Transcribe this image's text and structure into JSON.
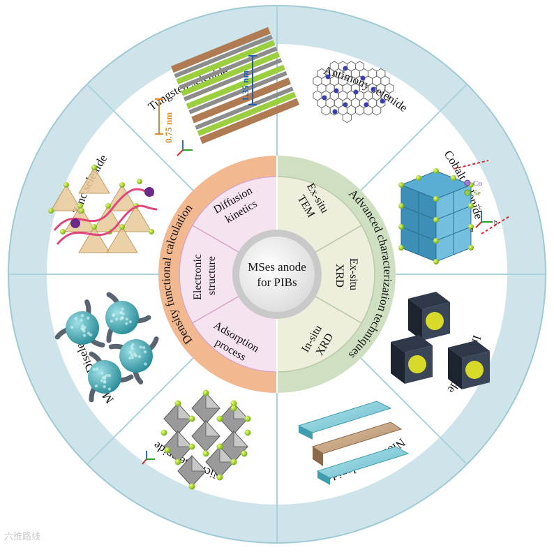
{
  "center": {
    "line1": "MSes anode",
    "line2": "for PIBs"
  },
  "left_group": {
    "title": "Density functional calculation",
    "color": "#f2b88f",
    "items": [
      {
        "line1": "Diffusion",
        "line2": "kinetics"
      },
      {
        "line1": "Electronic",
        "line2": "structure"
      },
      {
        "line1": "Adsorption",
        "line2": "process"
      }
    ]
  },
  "right_group": {
    "title": "Advanced characterization techniques",
    "color": "#cfe0c2",
    "items": [
      {
        "line1": "Ex-situ",
        "line2": "TEM"
      },
      {
        "line1": "Ex-situ",
        "line2": "XRD"
      },
      {
        "line1": "In-situ",
        "line2": "XRD"
      }
    ]
  },
  "materials": [
    {
      "label": "Tungsten selenide",
      "icon": "layered-structure-icon"
    },
    {
      "label": "Antimony selenide",
      "icon": "graphene-network-icon"
    },
    {
      "label": "Cobalt selenide",
      "icon": "octahedral-crystal-icon"
    },
    {
      "label": "Iron selenide",
      "icon": "nanocube-icon"
    },
    {
      "label": "Niodium selenide",
      "icon": "nanosheet-icon"
    },
    {
      "label": "Nickel selenide",
      "icon": "octahedral-lattice-icon"
    },
    {
      "label": "Mn-Fe Diselenide",
      "icon": "nanosphere-icon"
    },
    {
      "label": "Zinc selenide",
      "icon": "tetrahedral-lattice-icon"
    }
  ],
  "tungsten_image": {
    "d1": "0.75 nm",
    "d2": "1.35 nm"
  },
  "cobalt_image": {
    "legend1": "Co",
    "legend2": "Se",
    "axis_c": "c",
    "axis_b": "b",
    "axis_a": "a"
  },
  "watermark": "六维路线",
  "colors": {
    "outer_ring": "#cfe4ea",
    "outer_ring_dark": "#9fcad5",
    "left_group": "#f2b88f",
    "right_group": "#cfe0c2",
    "left_sector": "#f6e3f0",
    "right_sector": "#eeeedc",
    "center_ring": "#c9c9c9"
  }
}
